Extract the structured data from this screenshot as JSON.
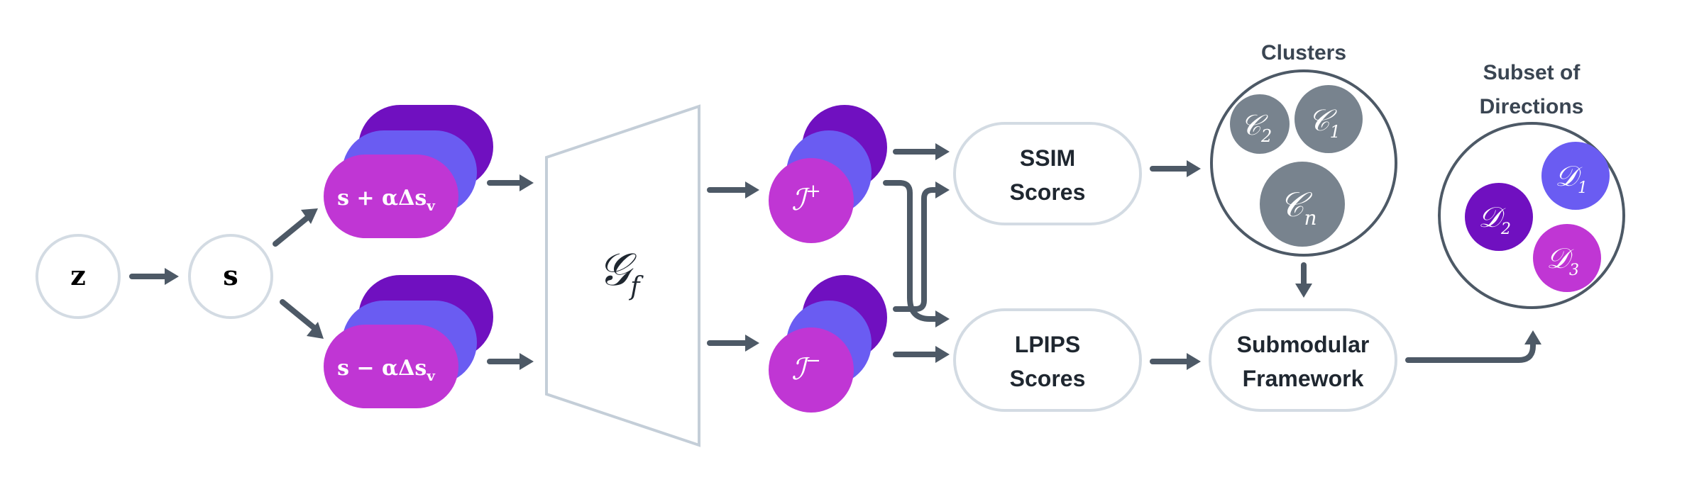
{
  "nodes": {
    "z": "z",
    "s": "s",
    "s_plus": "s + αΔs",
    "s_minus": "s − αΔs",
    "v_sub": "v",
    "generator": "𝒢",
    "generator_sub": "f",
    "i_plus": "ℐ",
    "i_plus_sup": "+",
    "i_minus": "ℐ",
    "i_minus_sup": "−"
  },
  "boxes": {
    "ssim_line1": "SSIM",
    "ssim_line2": "Scores",
    "lpips_line1": "LPIPS",
    "lpips_line2": "Scores",
    "submod_line1": "Submodular",
    "submod_line2": "Framework"
  },
  "clusters": {
    "title": "Clusters",
    "c_symbol": "𝒞",
    "c1_sub": "1",
    "c2_sub": "2",
    "cn_sub": "n"
  },
  "directions": {
    "title_line1": "Subset of",
    "title_line2": "Directions",
    "d_symbol": "𝒟",
    "d1_sub": "1",
    "d2_sub": "2",
    "d3_sub": "3"
  },
  "colors": {
    "dark_purple": "#7010c0",
    "mid_blue": "#6a5cf2",
    "magenta": "#c036d4",
    "gray_cluster": "#78838e",
    "arrow": "#4d5966",
    "outline": "#d3dbe3"
  }
}
